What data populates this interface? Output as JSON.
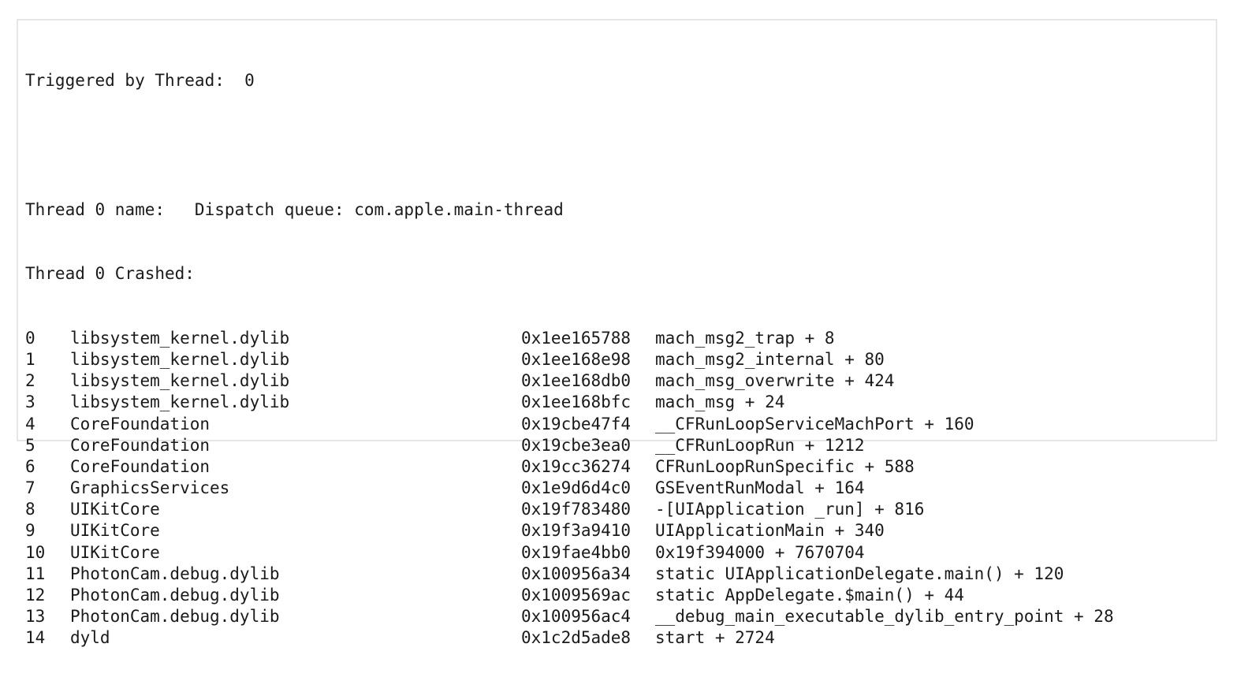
{
  "header": {
    "triggered": "Triggered by Thread:  0",
    "thread_name": "Thread 0 name:   Dispatch queue: com.apple.main-thread",
    "crashed": "Thread 0 Crashed:"
  },
  "frames": [
    {
      "index": "0",
      "library": "libsystem_kernel.dylib",
      "address": "0x1ee165788",
      "symbol": "mach_msg2_trap + 8"
    },
    {
      "index": "1",
      "library": "libsystem_kernel.dylib",
      "address": "0x1ee168e98",
      "symbol": "mach_msg2_internal + 80"
    },
    {
      "index": "2",
      "library": "libsystem_kernel.dylib",
      "address": "0x1ee168db0",
      "symbol": "mach_msg_overwrite + 424"
    },
    {
      "index": "3",
      "library": "libsystem_kernel.dylib",
      "address": "0x1ee168bfc",
      "symbol": "mach_msg + 24"
    },
    {
      "index": "4",
      "library": "CoreFoundation",
      "address": "0x19cbe47f4",
      "symbol": "__CFRunLoopServiceMachPort + 160"
    },
    {
      "index": "5",
      "library": "CoreFoundation",
      "address": "0x19cbe3ea0",
      "symbol": "__CFRunLoopRun + 1212"
    },
    {
      "index": "6",
      "library": "CoreFoundation",
      "address": "0x19cc36274",
      "symbol": "CFRunLoopRunSpecific + 588"
    },
    {
      "index": "7",
      "library": "GraphicsServices",
      "address": "0x1e9d6d4c0",
      "symbol": "GSEventRunModal + 164"
    },
    {
      "index": "8",
      "library": "UIKitCore",
      "address": "0x19f783480",
      "symbol": "-[UIApplication _run] + 816"
    },
    {
      "index": "9",
      "library": "UIKitCore",
      "address": "0x19f3a9410",
      "symbol": "UIApplicationMain + 340"
    },
    {
      "index": "10",
      "library": "UIKitCore",
      "address": "0x19fae4bb0",
      "symbol": "0x19f394000 + 7670704"
    },
    {
      "index": "11",
      "library": "PhotonCam.debug.dylib",
      "address": "0x100956a34",
      "symbol": "static UIApplicationDelegate.main() + 120"
    },
    {
      "index": "12",
      "library": "PhotonCam.debug.dylib",
      "address": "0x1009569ac",
      "symbol": "static AppDelegate.$main() + 44"
    },
    {
      "index": "13",
      "library": "PhotonCam.debug.dylib",
      "address": "0x100956ac4",
      "symbol": "__debug_main_executable_dylib_entry_point + 28"
    },
    {
      "index": "14",
      "library": "dyld",
      "address": "0x1c2d5ade8",
      "symbol": "start + 2724"
    }
  ]
}
